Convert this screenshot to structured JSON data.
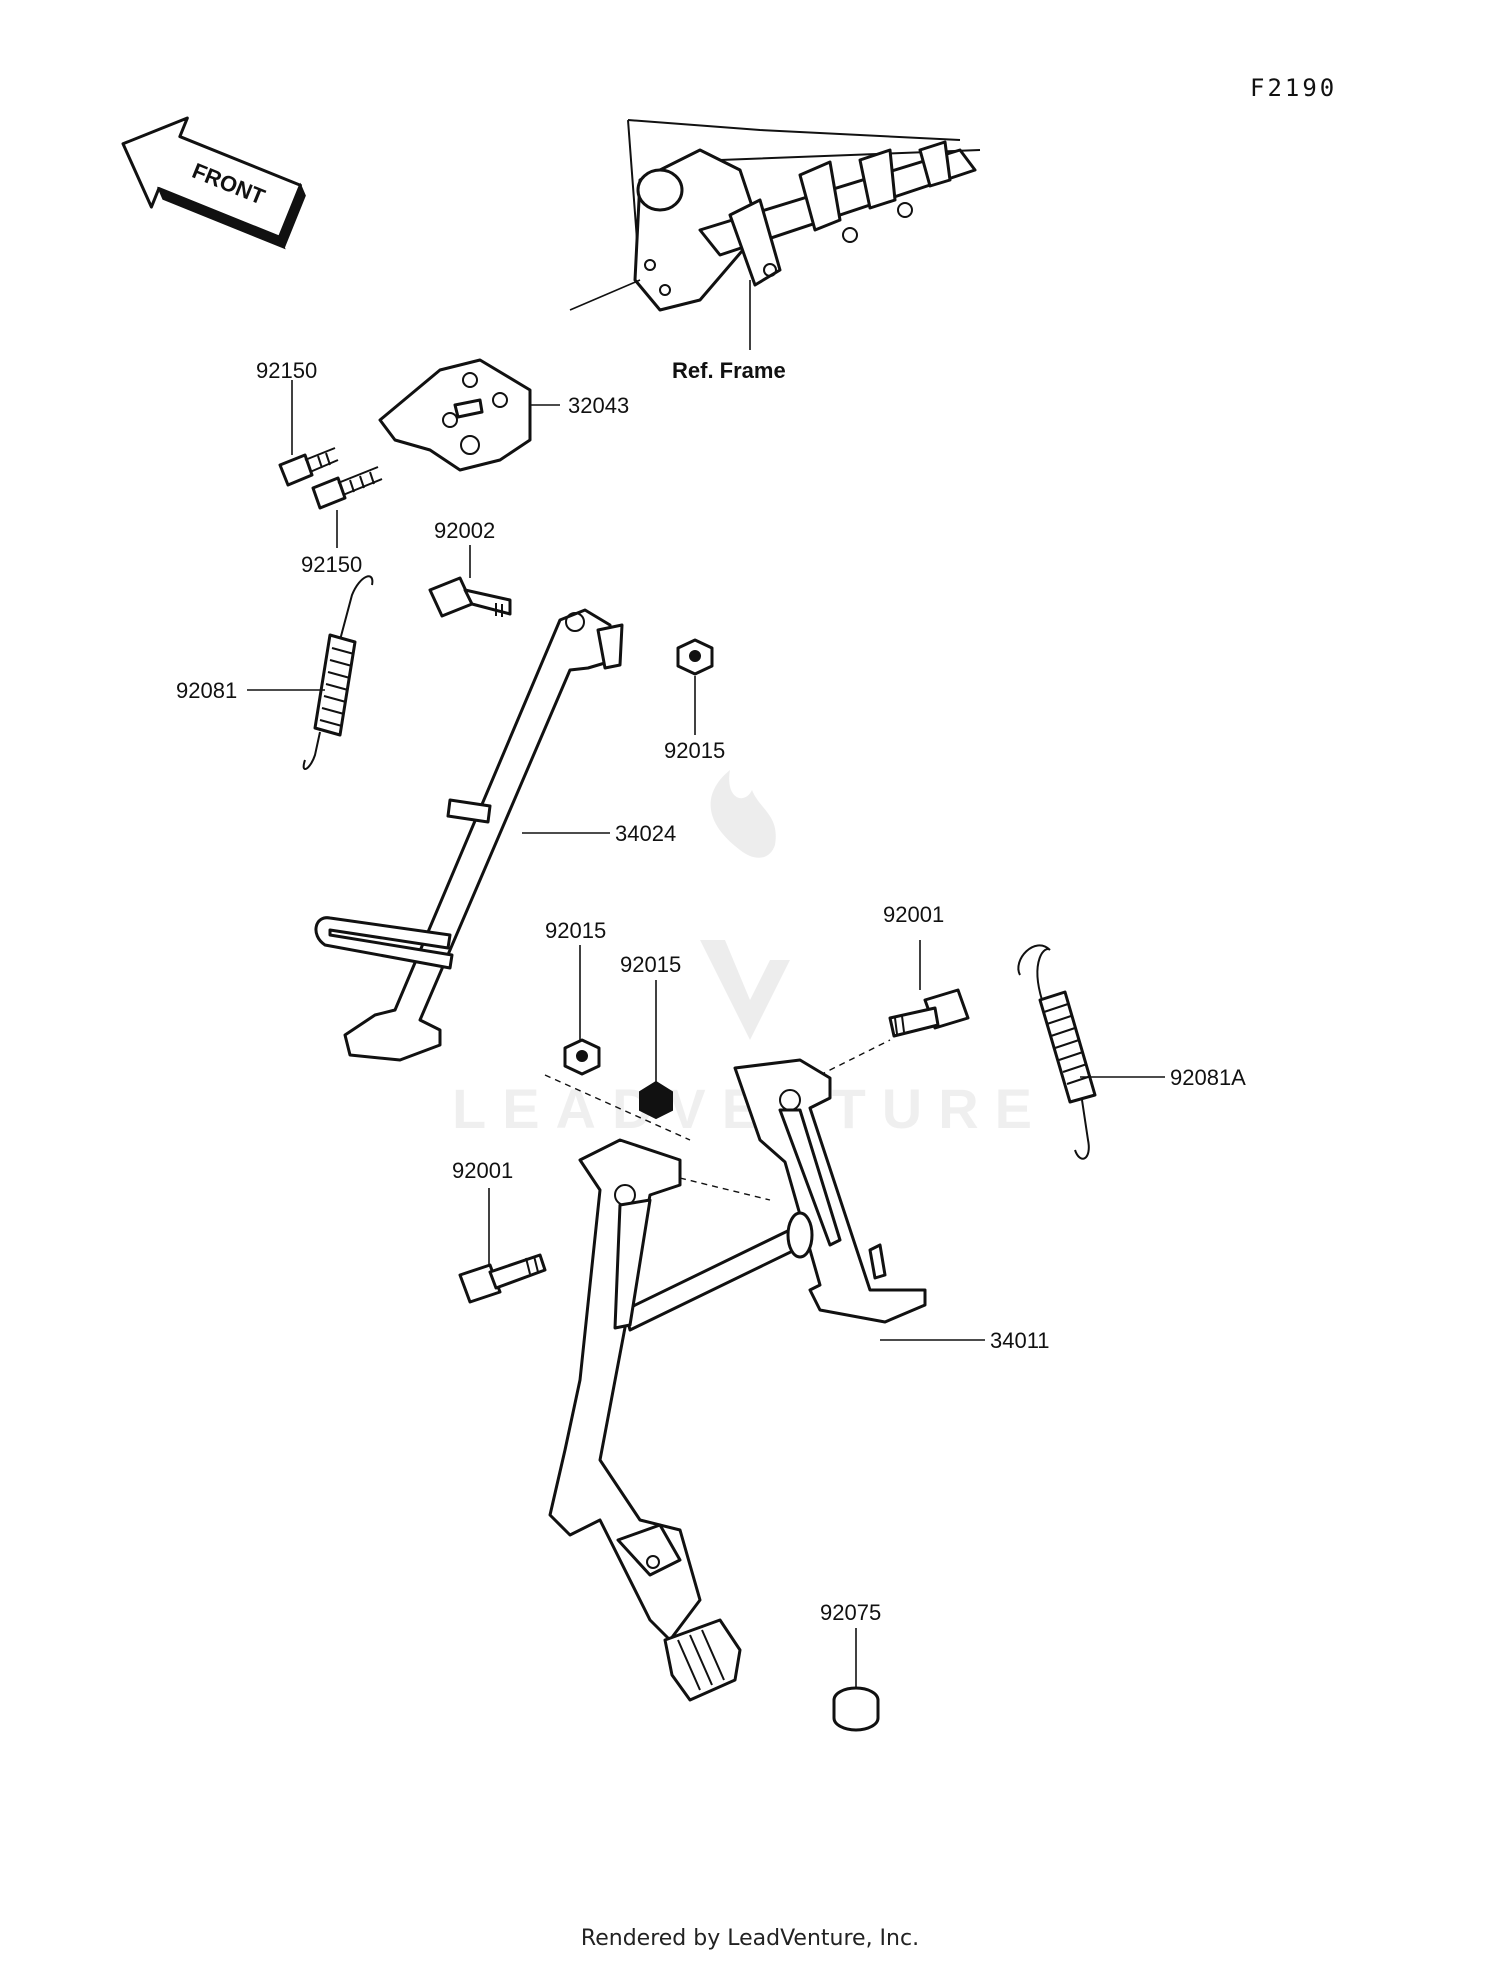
{
  "diagram_code": "F2190",
  "front_arrow": "FRONT",
  "reference_label": "Ref. Frame",
  "watermark": "LEADVENTURE",
  "footer": "Rendered by LeadVenture, Inc.",
  "callouts": {
    "bracket": "32043",
    "bolt_upper": "92150",
    "bolt_lower": "92150",
    "side_stand_bolt": "92002",
    "side_stand_spring": "92081",
    "side_stand_nut": "92015",
    "side_stand": "34024",
    "center_nut_left": "92015",
    "center_nut_right": "92015",
    "center_bolt_right": "92001",
    "center_bolt_left": "92001",
    "center_spring": "92081A",
    "center_stand": "34011",
    "stopper": "92075"
  }
}
